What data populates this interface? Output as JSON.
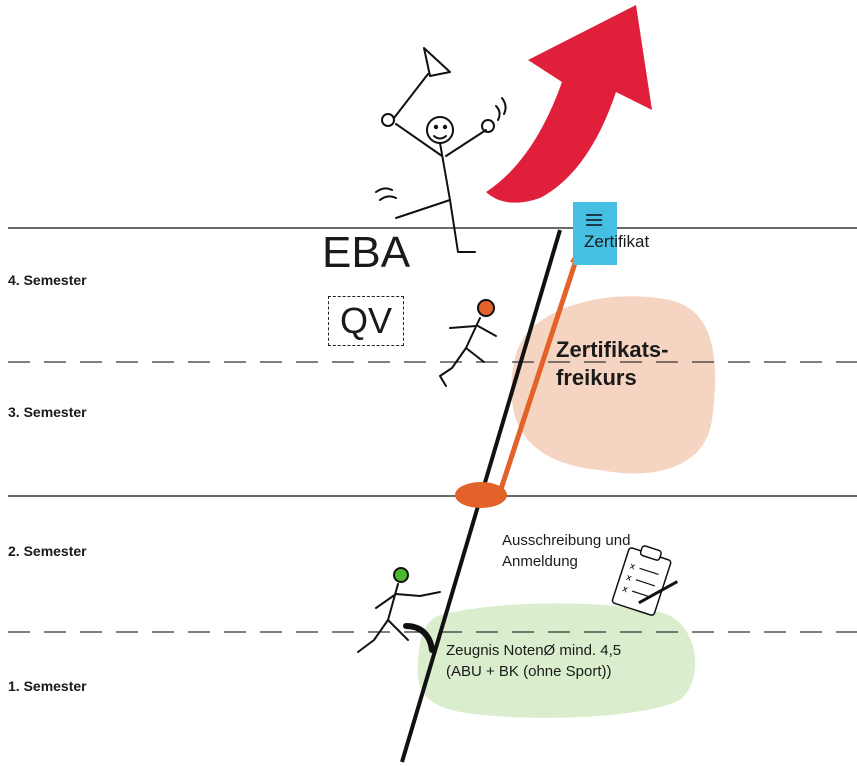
{
  "semesters": {
    "s4": "4. Semester",
    "s3": "3. Semester",
    "s2": "2. Semester",
    "s1": "1. Semester"
  },
  "eba_label": "EBA",
  "qv_label": "QV",
  "certificate_label": "Zertifikat",
  "course": {
    "line1": "Zertifikats-",
    "line2": "freikurs"
  },
  "registration": {
    "line1": "Ausschreibung und",
    "line2": "Anmeldung"
  },
  "requirement": {
    "line1": "Zeugnis NotenØ mind. 4,5",
    "line2": "(ABU + BK (ohne Sport))"
  },
  "colors": {
    "big_arrow": "#e0203a",
    "path_arrow": "#e2622a",
    "certificate": "#45c0e2",
    "course_blob": "#f5cdb7",
    "requirement_blob": "#d6ecc9",
    "runner_top_head": "#e2622a",
    "runner_bottom_head": "#4cb82f"
  },
  "icons": {
    "certificate": "document-icon",
    "registration": "clipboard-checklist-icon",
    "big_arrow": "rising-arrow-icon"
  }
}
